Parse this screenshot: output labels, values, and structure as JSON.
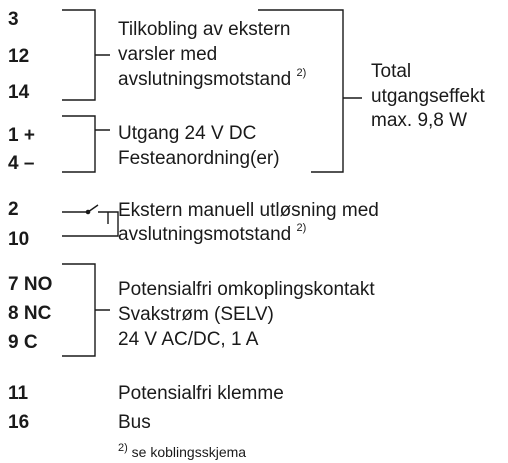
{
  "terminals": {
    "t3": "3",
    "t12": "12",
    "t14": "14",
    "t1": "1 +",
    "t4": "4 –",
    "t2": "2",
    "t10": "10",
    "t7": "7 NO",
    "t8": "8 NC",
    "t9": "9  C",
    "t11": "11",
    "t16": "16"
  },
  "groups": {
    "external_alarm": [
      "Tilkobling av ekstern",
      "varsler med",
      "avslutningsmotstand"
    ],
    "output_24v": [
      "Utgang 24 V DC",
      "Festeanordning(er)"
    ],
    "manual_release": [
      "Ekstern manuell utløsning med",
      "avslutningsmotstand"
    ],
    "relay": [
      "Potensialfri omkoplingskontakt",
      "Svakstrøm (SELV)",
      "24 V AC/DC, 1 A"
    ],
    "t11_label": "Potensialfri klemme",
    "t16_label": "Bus"
  },
  "total": [
    "Total",
    "utgangseffekt",
    "max. 9,8 W"
  ],
  "footnote_mark": "2)",
  "footnote_text": "se koblingsskjema"
}
